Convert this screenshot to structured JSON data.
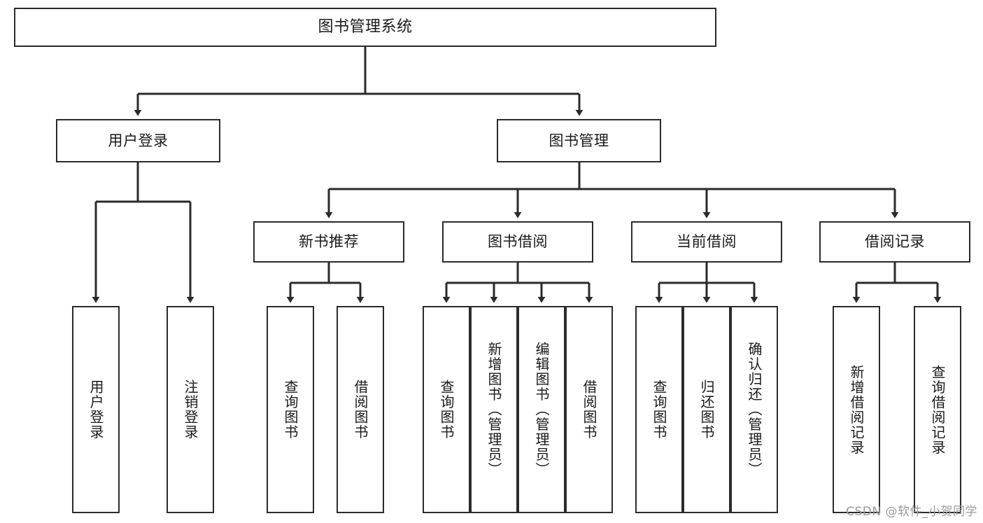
{
  "diagram": {
    "title": "图书管理系统",
    "type": "tree",
    "watermark": "CSDN @软件_小贺同学",
    "colors": {
      "box_border": "#2b2b2b",
      "box_fill": "#ffffff",
      "connector": "#2b2b2b",
      "background": "#ffffff",
      "watermark": "#9a9a9a"
    },
    "root": {
      "label": "图书管理系统"
    },
    "level2": [
      {
        "label": "用户登录"
      },
      {
        "label": "图书管理"
      }
    ],
    "level3": [
      {
        "label": "新书推荐"
      },
      {
        "label": "图书借阅"
      },
      {
        "label": "当前借阅"
      },
      {
        "label": "借阅记录"
      }
    ],
    "leaves": {
      "user_login": [
        {
          "label": "用户登录"
        },
        {
          "label": "注销登录"
        }
      ],
      "new_book_recommend": [
        {
          "label": "查询图书"
        },
        {
          "label": "借阅图书"
        }
      ],
      "book_borrow": [
        {
          "label": "查询图书"
        },
        {
          "label": "新增图书（管理员）"
        },
        {
          "label": "编辑图书（管理员）"
        },
        {
          "label": "借阅图书"
        }
      ],
      "current_borrow": [
        {
          "label": "查询图书"
        },
        {
          "label": "归还图书"
        },
        {
          "label": "确认归还（管理员）"
        }
      ],
      "borrow_record": [
        {
          "label": "新增借阅记录"
        },
        {
          "label": "查询借阅记录"
        }
      ]
    }
  }
}
